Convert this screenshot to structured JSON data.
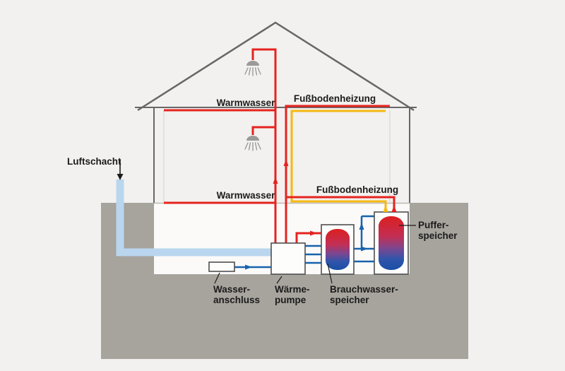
{
  "diagram": {
    "title": "heat-pump-house-heating-schematic",
    "labels": {
      "air_shaft": "Luftschacht",
      "hot_water_upper": "Warmwasser",
      "floor_heating_upper": "Fußbodenheizung",
      "hot_water_lower": "Warmwasser",
      "floor_heating_lower": "Fußbodenheizung",
      "water_connection_l1": "Wasser-",
      "water_connection_l2": "anschluss",
      "heat_pump_l1": "Wärme-",
      "heat_pump_l2": "pumpe",
      "dhw_tank_l1": "Brauchwasser-",
      "dhw_tank_l2": "speicher",
      "buffer_tank_l1": "Puffer-",
      "buffer_tank_l2": "speicher"
    },
    "colors": {
      "hot_pipe": "#e5231f",
      "floor_heating_pipe": "#f6b912",
      "cold_pipe": "#1763ad",
      "air_duct": "#b9d6ee",
      "ground": "#a7a39d",
      "background": "#f2f1ef",
      "tank_gradient_top": "#dc1f1f",
      "tank_gradient_bottom": "#1a4ea6"
    }
  }
}
